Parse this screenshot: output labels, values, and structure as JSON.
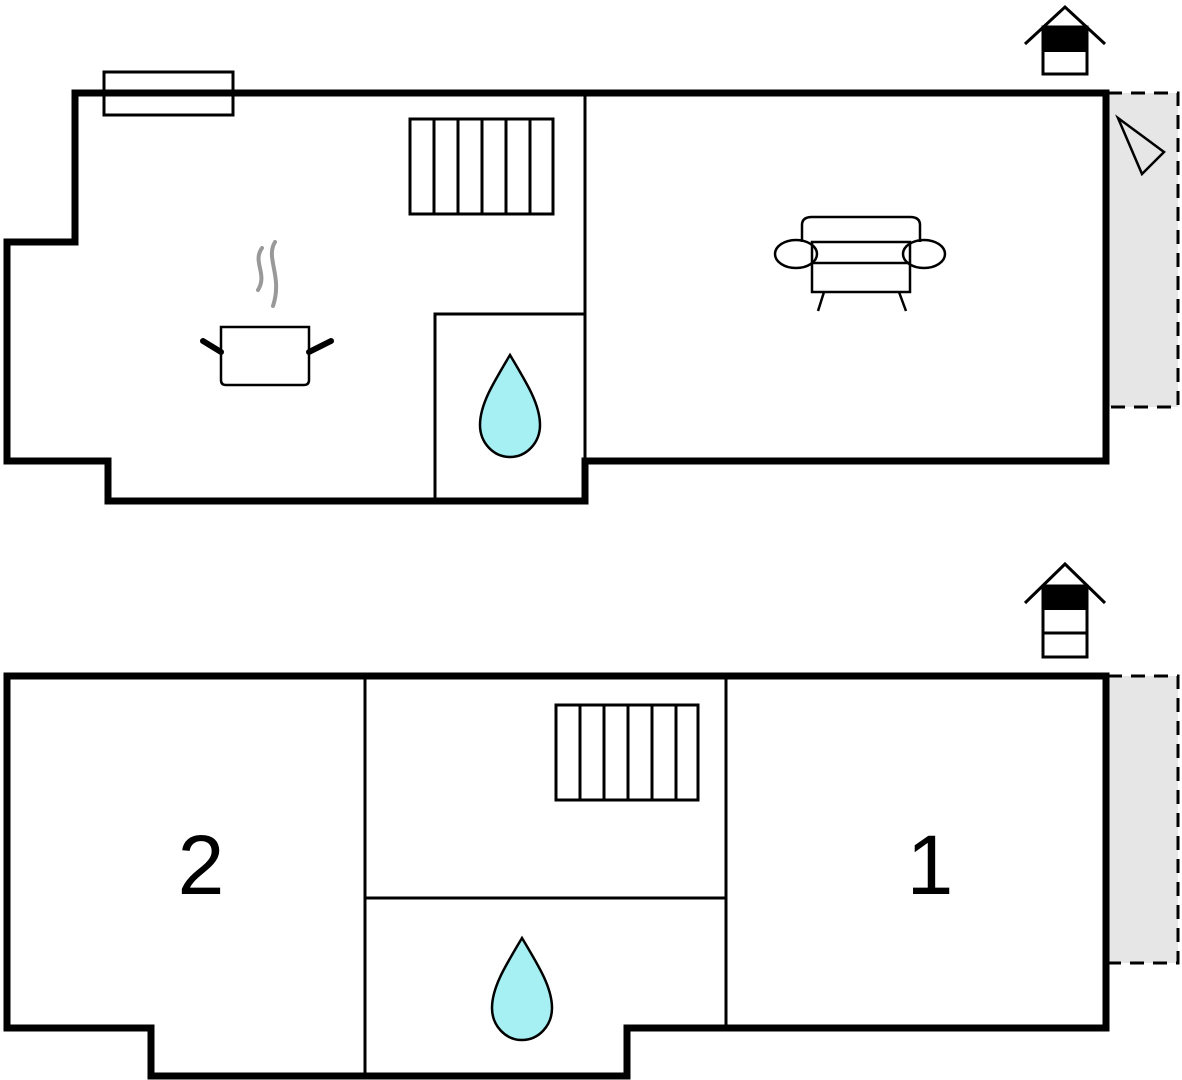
{
  "floors": [
    {
      "name": "ground-floor",
      "icons": [
        "house-floor-icon",
        "radiator-icon",
        "stairs-icon",
        "cooking-pot-icon",
        "water-drop-icon",
        "sofa-icon",
        "terrace-door-icon"
      ]
    },
    {
      "name": "upper-floor",
      "rooms": [
        {
          "number": "2"
        },
        {
          "number": "1"
        }
      ],
      "icons": [
        "house-floor-icon",
        "stairs-icon",
        "water-drop-icon"
      ]
    }
  ],
  "colors": {
    "wall": "#000000",
    "terrace_fill": "#e6e6e6",
    "water": "#a6f0f4",
    "steam": "#999999",
    "house_floor_active": "#000000"
  }
}
